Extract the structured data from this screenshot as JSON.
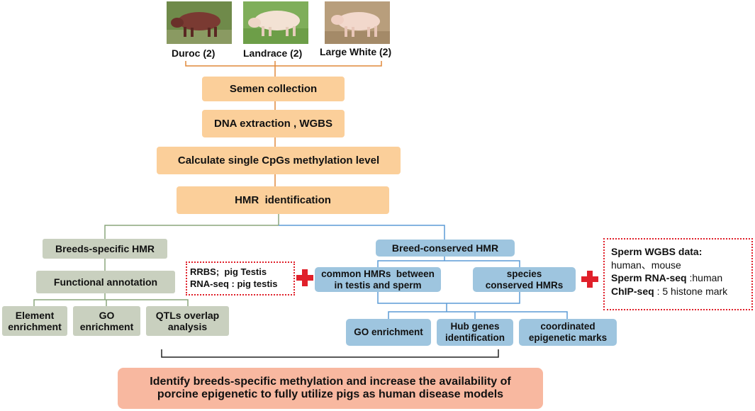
{
  "breeds": [
    {
      "name": "Duroc",
      "count": "(2)"
    },
    {
      "name": "Landrace",
      "count": "(2)"
    },
    {
      "name": "Large White",
      "count": "(2)"
    }
  ],
  "pipeline": {
    "semen": "Semen collection",
    "dna": "DNA extraction , WGBS",
    "calc": "Calculate single CpGs methylation level",
    "hmr": "HMR  identification"
  },
  "left": {
    "breeds_specific": "Breeds-specific HMR",
    "functional": "Functional annotation",
    "element": [
      "Element",
      "enrichment"
    ],
    "go": [
      "GO",
      "enrichment"
    ],
    "qtl": [
      "QTLs overlap",
      "analysis"
    ]
  },
  "middle_note": {
    "line1": "RRBS;  pig Testis",
    "line2": "RNA-seq : pig testis"
  },
  "right": {
    "conserved": "Breed-conserved HMR",
    "common": [
      "common HMRs  between",
      "in testis and sperm"
    ],
    "species": [
      "species",
      "conserved HMRs"
    ],
    "go": "GO enrichment",
    "hub": [
      "Hub genes",
      "identification"
    ],
    "coord": [
      "coordinated",
      "epigenetic marks"
    ]
  },
  "right_note": {
    "wgbs_label": "Sperm WGBS data:",
    "wgbs_value": "human、mouse",
    "rnaseq_label": "Sperm RNA-seq",
    "rnaseq_value": " :human",
    "chip_label": "ChIP-seq",
    "chip_value": " : 5 histone mark"
  },
  "final": {
    "line1": "Identify breeds-specific methylation and increase the availability of",
    "line2": "porcine epigenetic to fully utilize pigs as human disease models"
  },
  "colors": {
    "orange_line": "#e0893a",
    "green_line": "#8aa57c",
    "blue_line": "#5b9bd5",
    "black_line": "#222222",
    "plus": "#e0202a"
  }
}
